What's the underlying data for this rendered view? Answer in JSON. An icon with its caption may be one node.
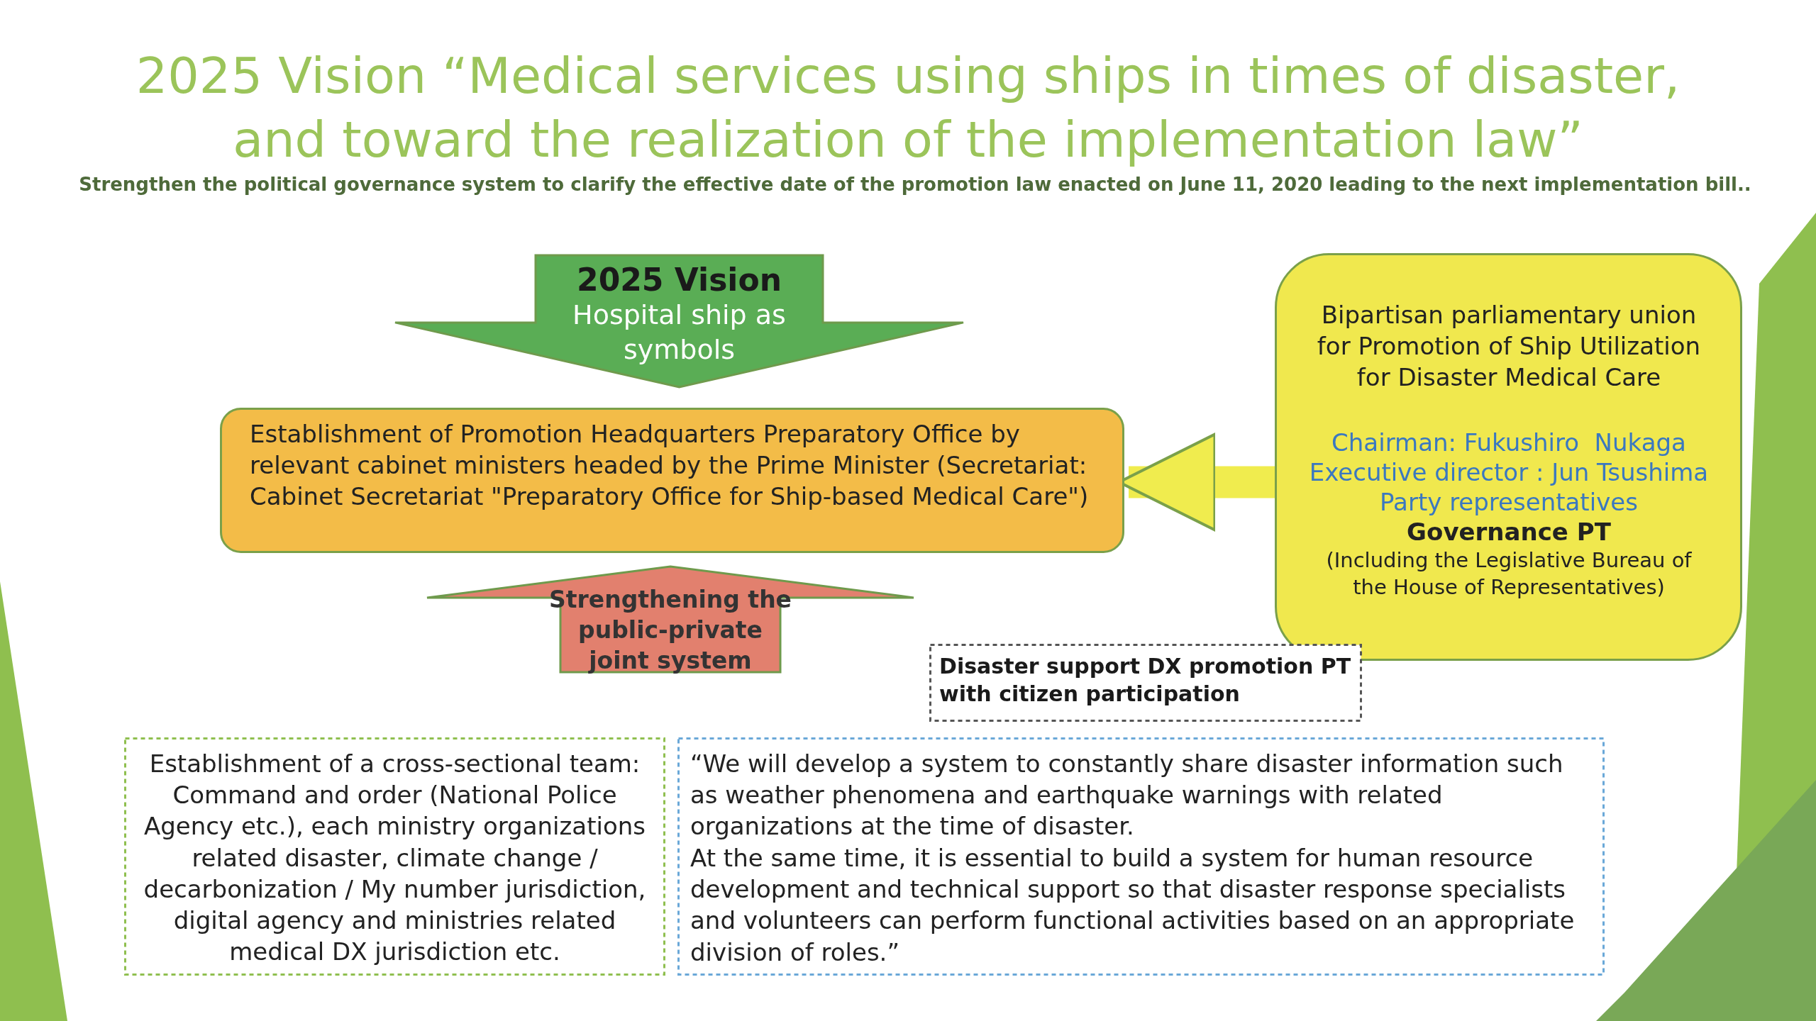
{
  "diagram": {
    "title": "2025 Vision “Medical services using ships in times of disaster, and toward the realization of the implementation law”",
    "nodes": [
      {
        "text": [
          "2025 Vision",
          "Hospital ship as symbols"
        ]
      },
      {
        "text": [
          "Establishment of Promotion Headquarters Preparatory Office by relevant cabinet ministers headed by the Prime Minister (Secretariat: Cabinet Secretariat \"Preparatory Office for Ship-based Medical Care\")"
        ]
      },
      {
        "text": [
          "Bipartisan parliamentary union for Promotion of Ship Utilization for Disaster Medical Care",
          "Chairman: Fukushiro  Nukaga",
          "Executive director : Jun Tsushima",
          "Party representatives",
          "Governance PT",
          "(Including the Legislative Bureau of the House of Representatives)"
        ]
      },
      {
        "text": [
          "Strengthening the public-private joint system"
        ]
      },
      {
        "text": [
          "Disaster support DX promotion PT with citizen participation"
        ]
      },
      {
        "text": [
          "Establishment of a cross-sectional team: Command and order (National Police Agency etc.), each ministry organizations related disaster, climate change / decarbonization / My number jurisdiction, digital agency and ministries related medical DX jurisdiction etc."
        ]
      },
      {
        "text": [
          "“We will develop a system to constantly share disaster information such as weather phenomena and earthquake warnings with related organizations at the time of disaster.",
          "At the same time, it is essential to build a system for human resource development and technical support so that disaster response specialists and volunteers can perform functional activities based on an appropriate division of roles.”"
        ]
      }
    ],
    "edges": [
      {
        "from": 2,
        "to": 1,
        "arrow": "to"
      }
    ],
    "labels": [
      "Strengthen the political governance system to clarify the effective date of the promotion law enacted on June 11, 2020 leading to the next implementation bill.."
    ]
  }
}
